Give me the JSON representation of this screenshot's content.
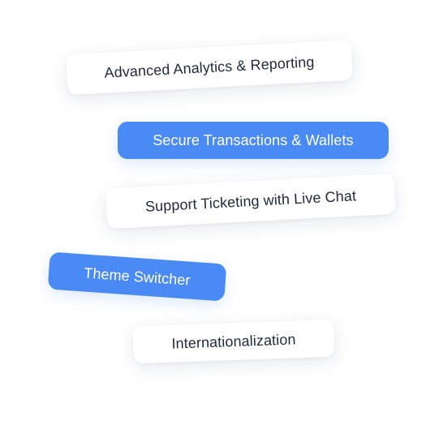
{
  "tags": [
    {
      "label": "Advanced Analytics & Reporting",
      "style": "light"
    },
    {
      "label": "Secure Transactions & Wallets",
      "style": "blue"
    },
    {
      "label": "Support Ticketing with Live Chat",
      "style": "light"
    },
    {
      "label": "Theme Switcher",
      "style": "blue"
    },
    {
      "label": "Internationalization",
      "style": "light"
    }
  ],
  "colors": {
    "accent": "#4a8af4",
    "text_dark": "#1f2a3d",
    "text_light": "#ffffff",
    "background": "#ffffff"
  }
}
